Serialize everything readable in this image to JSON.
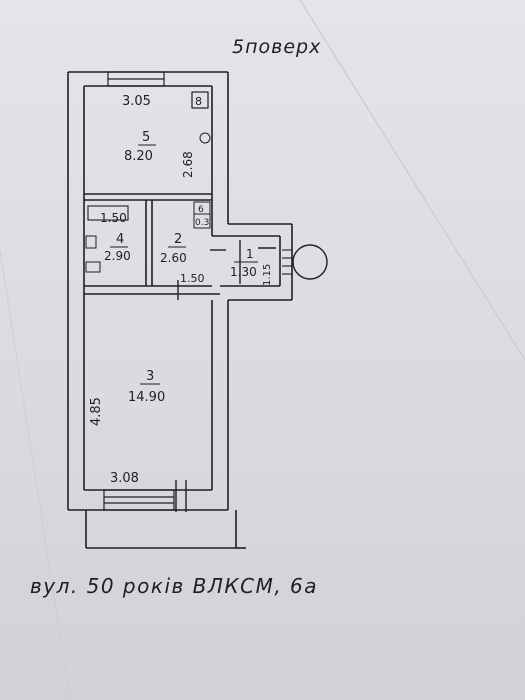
{
  "floor_label": "5поверх",
  "address": "вул. 50 років ВЛКСМ, 6а",
  "rooms": [
    {
      "number": "5",
      "area": "8.20"
    },
    {
      "number": "4",
      "area": "2.90"
    },
    {
      "number": "2",
      "area": "2.60"
    },
    {
      "number": "1",
      "area": "1.30"
    },
    {
      "number": "3",
      "area": "14.90"
    },
    {
      "number": "6",
      "area": "0.3"
    }
  ],
  "dimensions": {
    "room5_width": "3.05",
    "room5_height": "2.68",
    "room4_width": "1.50",
    "room2_width": "1.50",
    "room1_height": "1.15",
    "room3_height": "4.85",
    "room3_width": "3.08"
  },
  "colors": {
    "ink": "#1f1f24",
    "paper": "#e2e0e5"
  }
}
